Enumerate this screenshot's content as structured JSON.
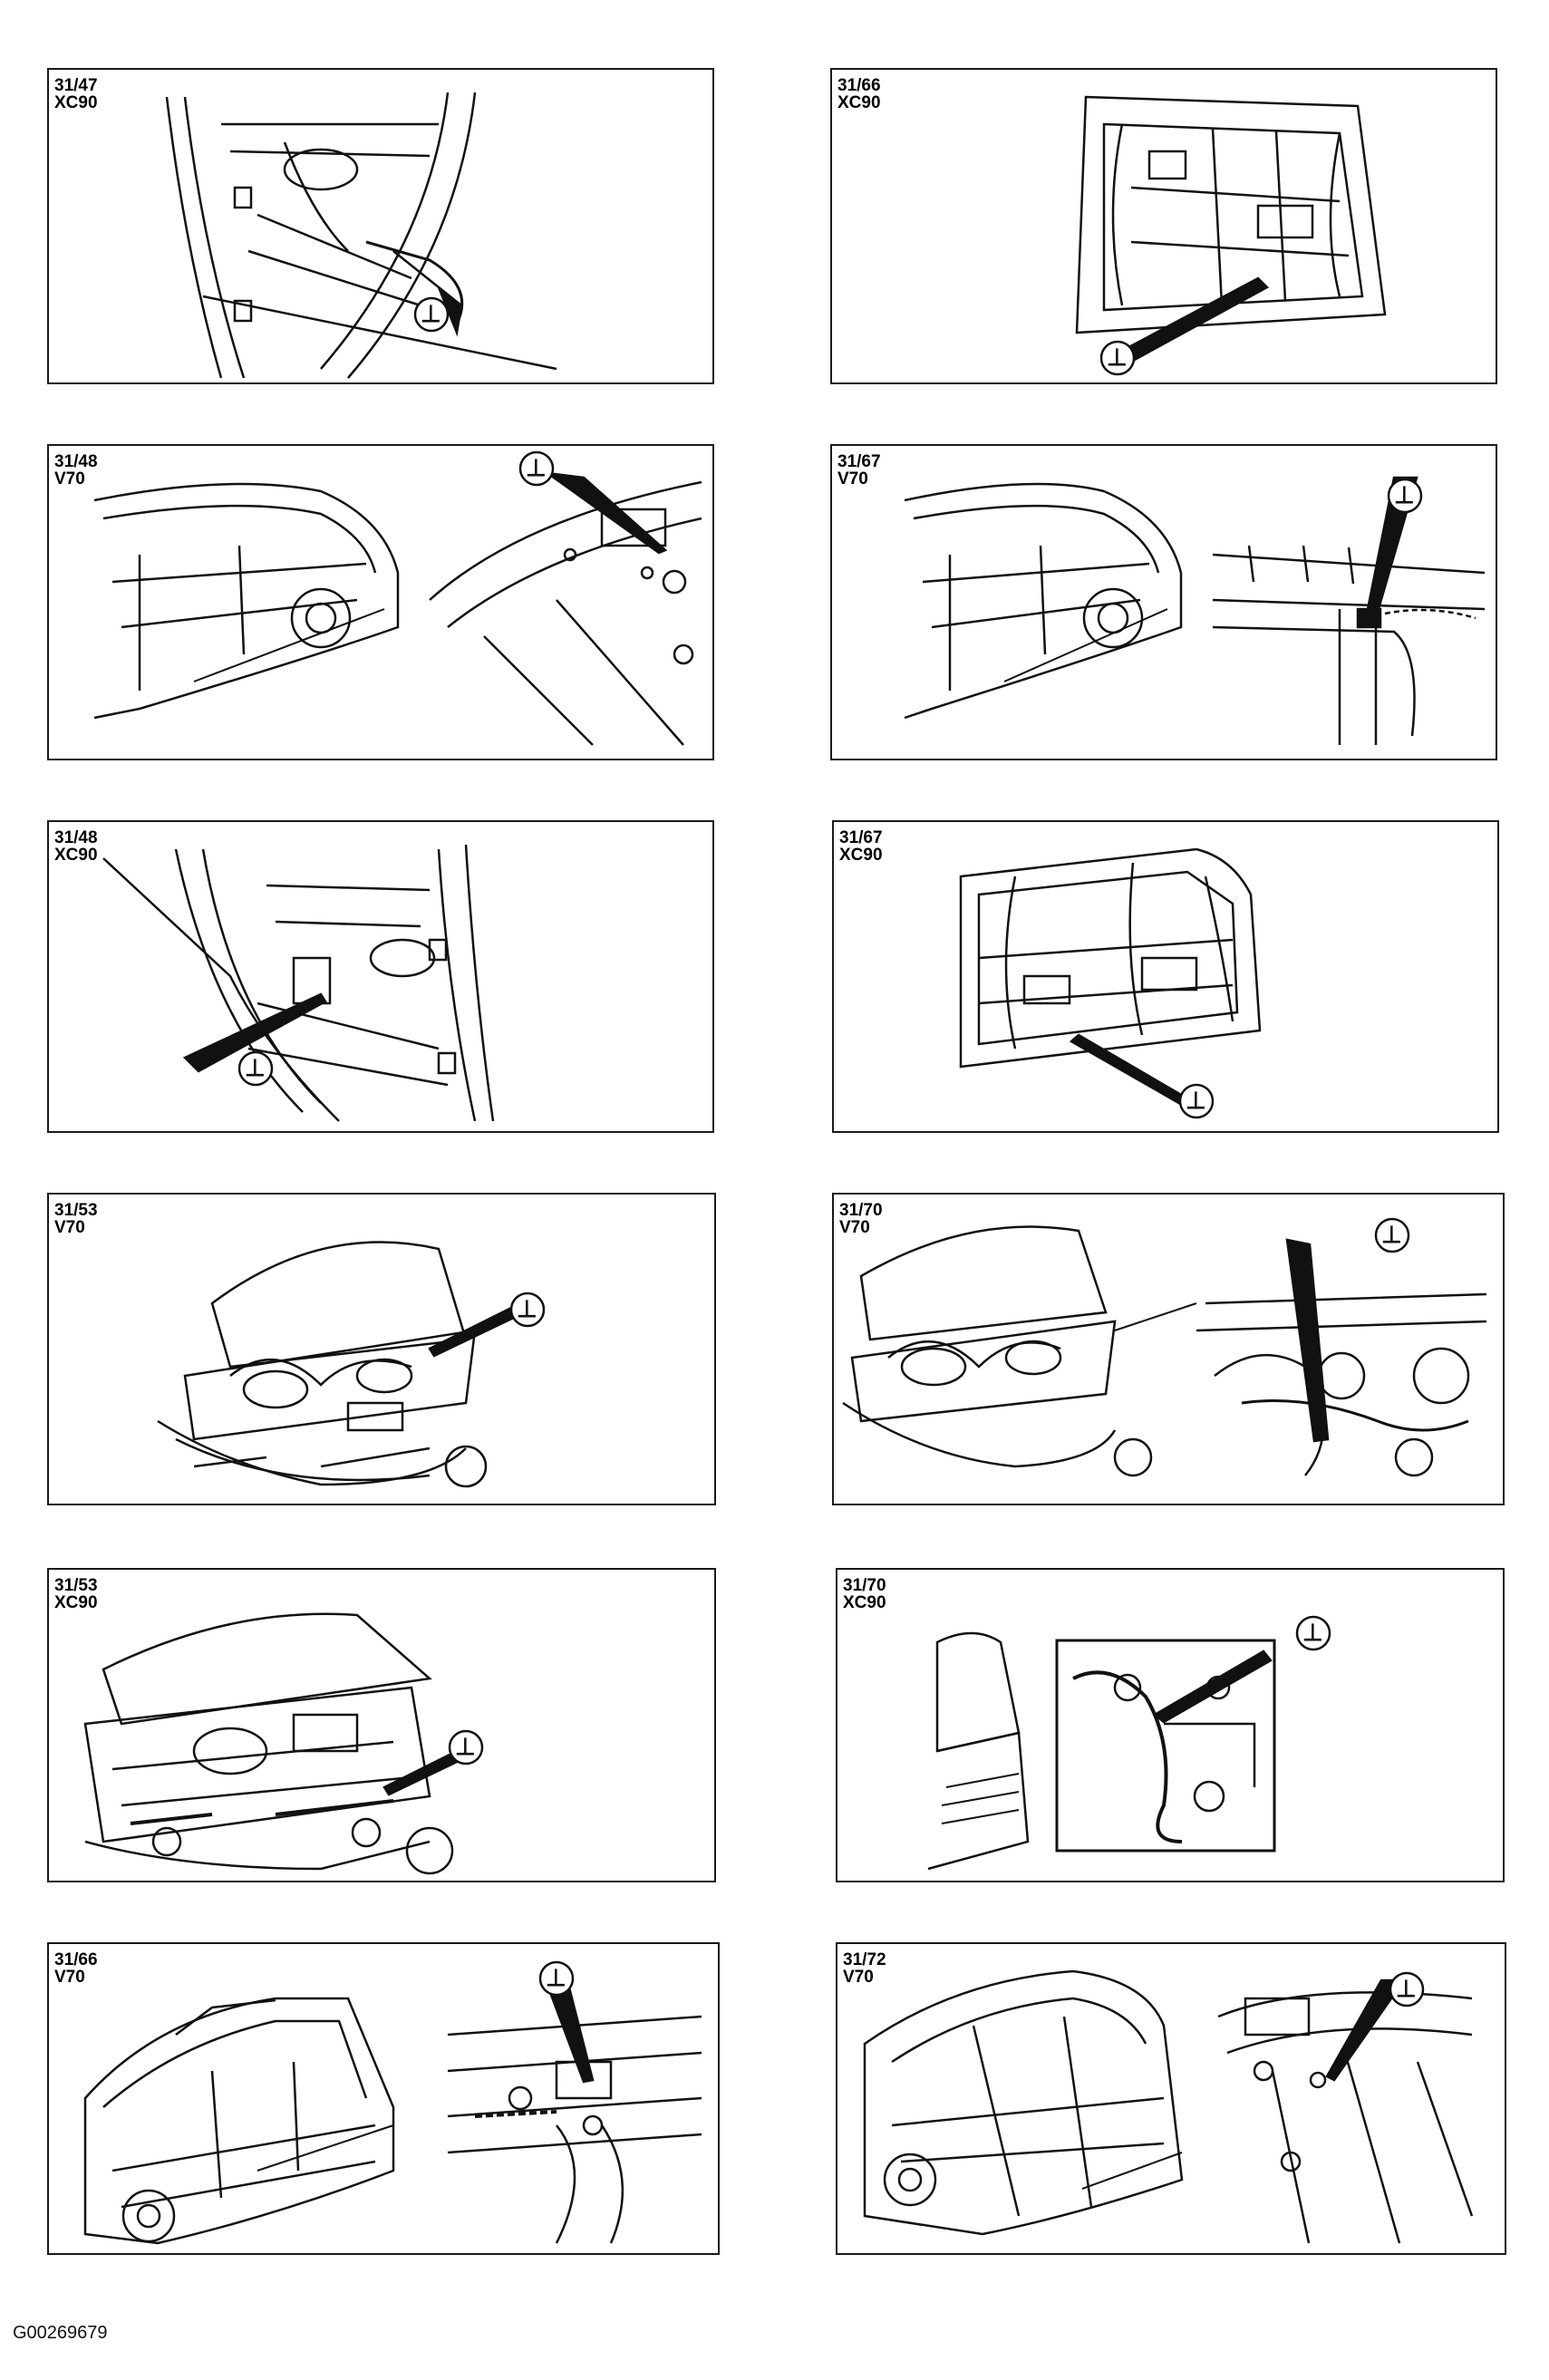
{
  "ground_symbol": "⊥",
  "panels": [
    {
      "code": "31/47",
      "model": "XC90"
    },
    {
      "code": "31/66",
      "model": "XC90"
    },
    {
      "code": "31/48",
      "model": "V70"
    },
    {
      "code": "31/67",
      "model": "V70"
    },
    {
      "code": "31/48",
      "model": "XC90"
    },
    {
      "code": "31/67",
      "model": "XC90"
    },
    {
      "code": "31/53",
      "model": "V70"
    },
    {
      "code": "31/70",
      "model": "V70"
    },
    {
      "code": "31/53",
      "model": "XC90"
    },
    {
      "code": "31/70",
      "model": "XC90"
    },
    {
      "code": "31/66",
      "model": "V70"
    },
    {
      "code": "31/72",
      "model": "V70"
    }
  ],
  "footer": {
    "id": "G00269679"
  }
}
